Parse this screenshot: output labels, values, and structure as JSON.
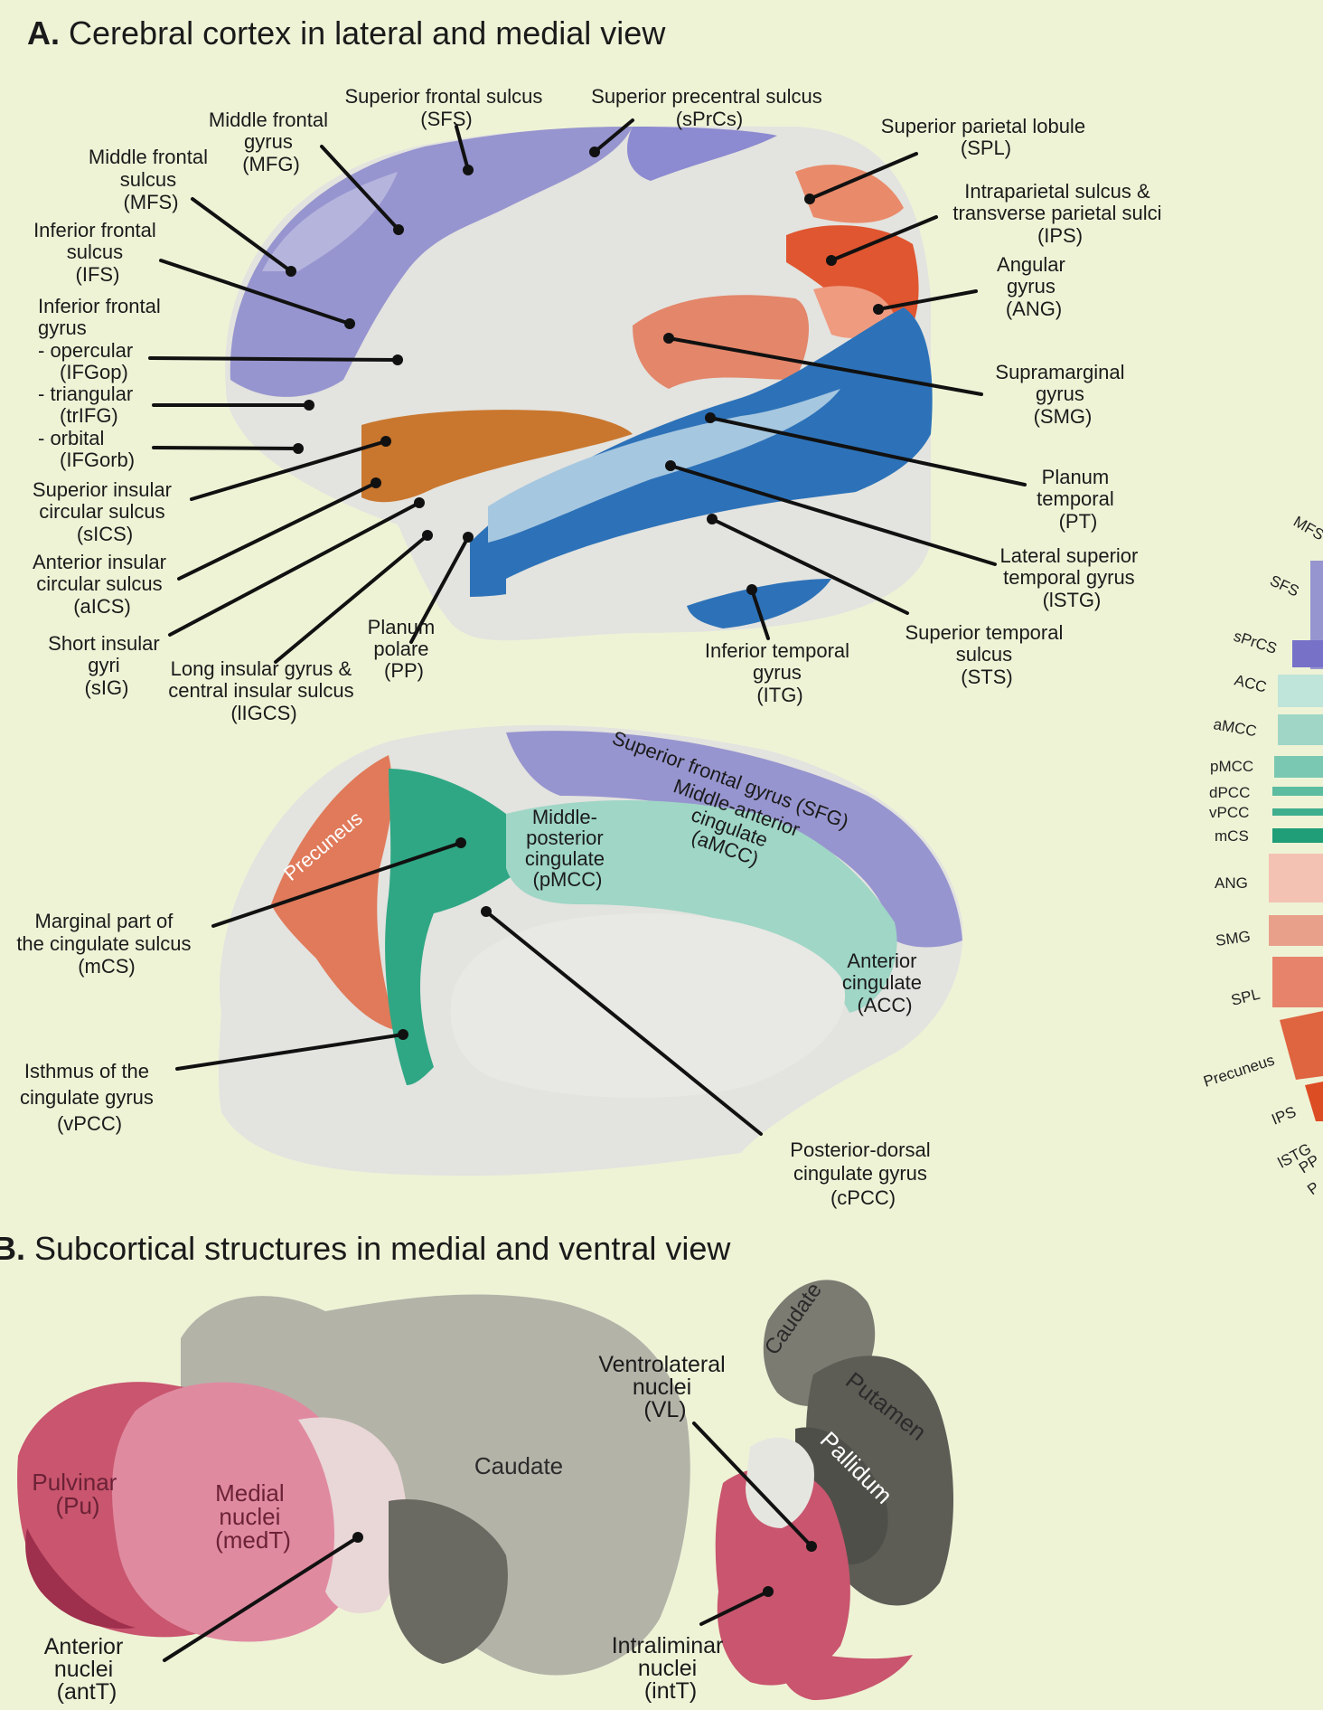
{
  "colors": {
    "background": "#eef3d6",
    "frontal_blue": "#9795cf",
    "cingulate_green": "#2fa784",
    "cingulate_light": "#9fd6c6",
    "parietal_orange": "#e07a5a",
    "parietal_red": "#df5630",
    "temporal_blue": "#2d72b8",
    "temporal_light": "#a6c7e0",
    "insula_orange": "#c9772e",
    "cortex_gray": "#e3e3df",
    "thalamus_pink": "#c9556e",
    "basal_ganglia_gray": "#6a6a63"
  },
  "section_a": {
    "letter": "A.",
    "title": "Cerebral cortex in lateral and medial view",
    "lateral_labels": [
      {
        "id": "sfs",
        "lines": [
          "Superior frontal sulcus",
          "(SFS)"
        ]
      },
      {
        "id": "sprcs",
        "lines": [
          "Superior precentral sulcus",
          "(sPrCs)"
        ]
      },
      {
        "id": "mfg",
        "lines": [
          "Middle frontal",
          "gyrus",
          "(MFG)"
        ]
      },
      {
        "id": "mfs",
        "lines": [
          "Middle frontal",
          "sulcus",
          "(MFS)"
        ]
      },
      {
        "id": "ifs",
        "lines": [
          "Inferior frontal",
          "sulcus",
          "(IFS)"
        ]
      },
      {
        "id": "ifg",
        "lines": [
          "Inferior frontal",
          "gyrus"
        ]
      },
      {
        "id": "ifgop",
        "lines": [
          "-  opercular",
          "(IFGop)"
        ]
      },
      {
        "id": "trifg",
        "lines": [
          "-  triangular",
          "(trIFG)"
        ]
      },
      {
        "id": "ifgorb",
        "lines": [
          "-  orbital",
          "(IFGorb)"
        ]
      },
      {
        "id": "sics",
        "lines": [
          "Superior insular",
          "circular sulcus",
          "(sICS)"
        ]
      },
      {
        "id": "aics",
        "lines": [
          "Anterior insular",
          "circular sulcus",
          "(aICS)"
        ]
      },
      {
        "id": "sig",
        "lines": [
          "Short insular",
          "gyri",
          "(sIG)"
        ]
      },
      {
        "id": "ligcs",
        "lines": [
          "Long insular gyrus &",
          "central insular sulcus",
          "(lIGCS)"
        ]
      },
      {
        "id": "pp",
        "lines": [
          "Planum",
          "polare",
          "(PP)"
        ]
      },
      {
        "id": "itg",
        "lines": [
          "Inferior temporal",
          "gyrus",
          "(ITG)"
        ]
      },
      {
        "id": "sts",
        "lines": [
          "Superior temporal",
          "sulcus",
          "(STS)"
        ]
      },
      {
        "id": "lstg",
        "lines": [
          "Lateral superior",
          "temporal gyrus",
          "(lSTG)"
        ]
      },
      {
        "id": "pt",
        "lines": [
          "Planum",
          "temporal",
          "(PT)"
        ]
      },
      {
        "id": "smg",
        "lines": [
          "Supramarginal",
          "gyrus",
          "(SMG)"
        ]
      },
      {
        "id": "ang",
        "lines": [
          "Angular",
          "gyrus",
          "(ANG)"
        ]
      },
      {
        "id": "ips",
        "lines": [
          "Intraparietal sulcus &",
          "transverse parietal sulci",
          "(IPS)"
        ]
      },
      {
        "id": "spl",
        "lines": [
          "Superior parietal lobule",
          "(SPL)"
        ]
      }
    ],
    "medial_labels": [
      {
        "id": "sfg",
        "lines": [
          "Superior frontal gyrus (SFG)"
        ]
      },
      {
        "id": "precuneus",
        "lines": [
          "Precuneus"
        ]
      },
      {
        "id": "pmcc",
        "lines": [
          "Middle-",
          "posterior",
          "cingulate",
          "(pMCC)"
        ]
      },
      {
        "id": "amcc",
        "lines": [
          "Middle-anterior",
          "cingulate",
          "(aMCC)"
        ]
      },
      {
        "id": "acc",
        "lines": [
          "Anterior",
          "cingulate",
          "(ACC)"
        ]
      },
      {
        "id": "mcs",
        "lines": [
          "Marginal part of",
          "the cingulate sulcus",
          "(mCS)"
        ]
      },
      {
        "id": "vpcc",
        "lines": [
          "Isthmus of the",
          "cingulate gyrus",
          "(vPCC)"
        ]
      },
      {
        "id": "cpcc",
        "lines": [
          "Posterior-dorsal",
          "cingulate gyrus",
          "(cPCC)"
        ]
      }
    ]
  },
  "side_legend": [
    "MFS",
    "SFS",
    "sPrCS",
    "ACC",
    "aMCC",
    "pMCC",
    "dPCC",
    "vPCC",
    "mCS",
    "ANG",
    "SMG",
    "SPL",
    "Precuneus",
    "IPS",
    "lSTG",
    "PP",
    "P"
  ],
  "section_b": {
    "letter": "B.",
    "title": "Subcortical structures in medial and ventral view",
    "labels": [
      {
        "id": "pulvinar",
        "lines": [
          "Pulvinar",
          "(Pu)"
        ]
      },
      {
        "id": "medt",
        "lines": [
          "Medial",
          "nuclei",
          "(medT)"
        ]
      },
      {
        "id": "caudate_left",
        "lines": [
          "Caudate"
        ]
      },
      {
        "id": "antt",
        "lines": [
          "Anterior",
          "nuclei",
          "(antT)"
        ]
      },
      {
        "id": "vl",
        "lines": [
          "Ventrolateral",
          "nuclei",
          "(VL)"
        ]
      },
      {
        "id": "caudate_right",
        "lines": [
          "Caudate"
        ]
      },
      {
        "id": "putamen",
        "lines": [
          "Putamen"
        ]
      },
      {
        "id": "pallidum",
        "lines": [
          "Pallidum"
        ]
      },
      {
        "id": "intt",
        "lines": [
          "Intraliminar",
          "nuclei",
          "(intT)"
        ]
      }
    ]
  }
}
